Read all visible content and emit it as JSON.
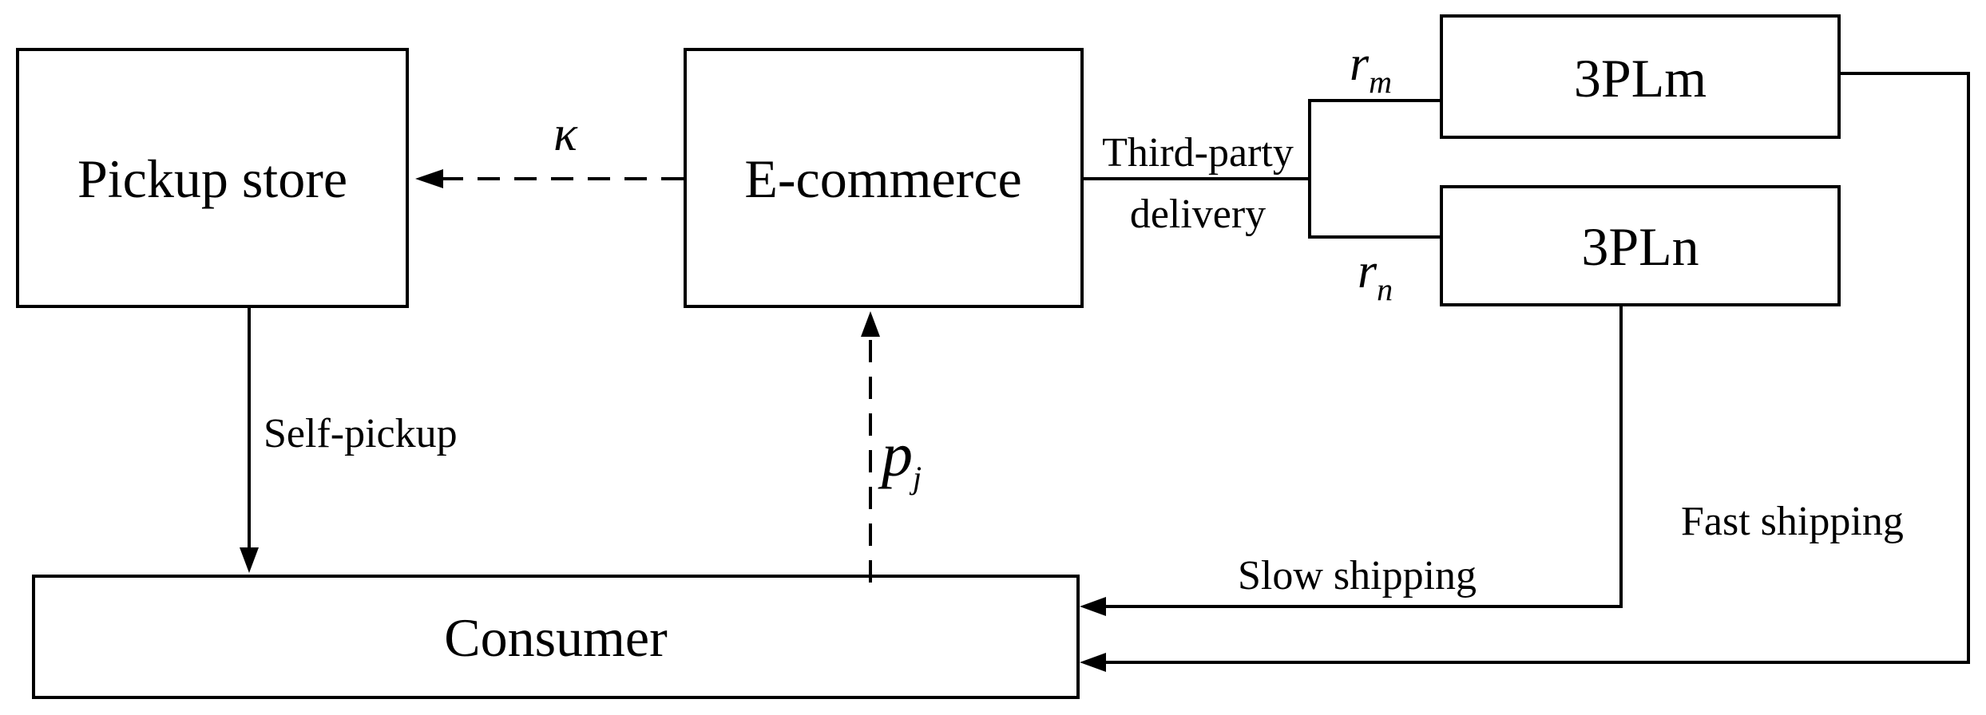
{
  "nodes": {
    "pickup_store": "Pickup store",
    "ecommerce": "E-commerce",
    "consumer": "Consumer",
    "tpl_m": "3PLm",
    "tpl_n": "3PLn"
  },
  "edges": {
    "kappa": "κ",
    "third_party_line1": "Third-party",
    "third_party_line2": "delivery",
    "r_m_base": "r",
    "r_m_sub": "m",
    "r_n_base": "r",
    "r_n_sub": "n",
    "self_pickup": "Self-pickup",
    "p_j_base": "p",
    "p_j_sub": "j",
    "slow_shipping": "Slow shipping",
    "fast_shipping": "Fast shipping"
  }
}
